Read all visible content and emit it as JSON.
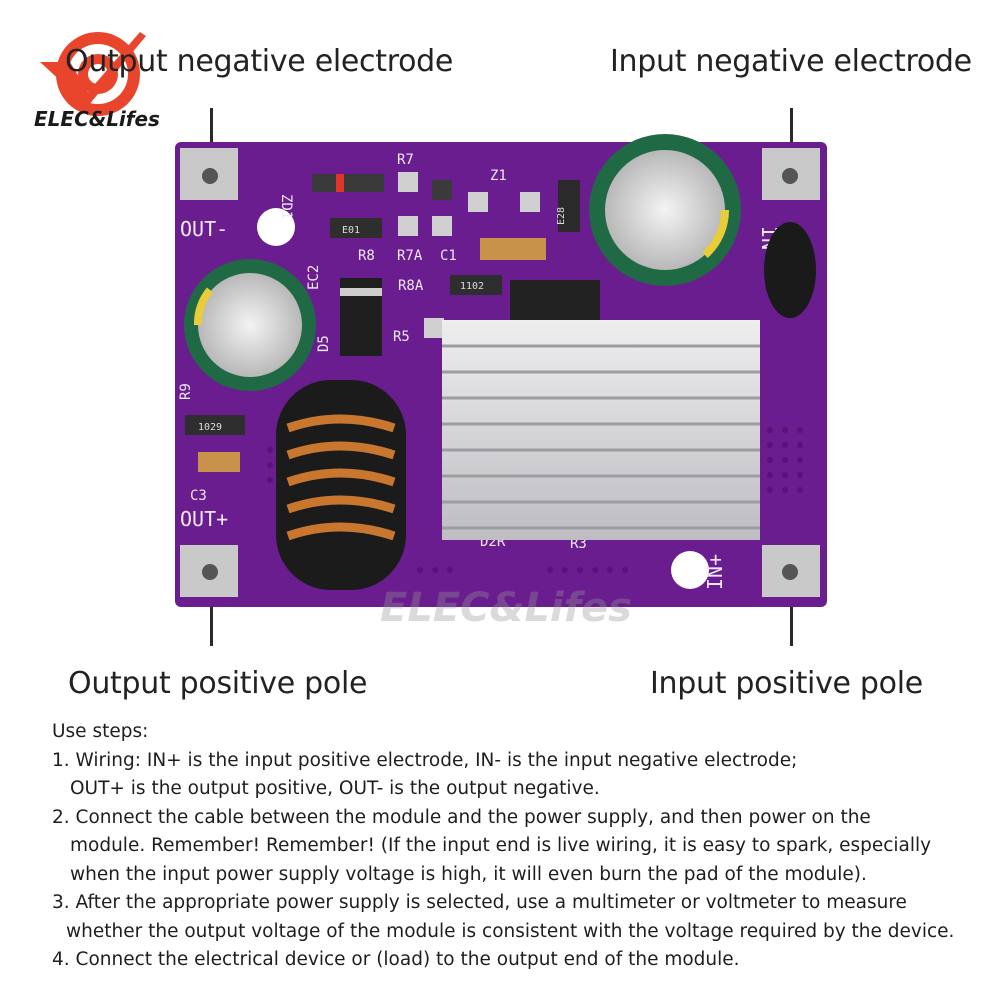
{
  "brand": {
    "logo_text": "ELEC&Lifes",
    "watermark_text": "ELEC&Lifes"
  },
  "callouts": {
    "top_left": "Output negative electrode",
    "top_right": "Input negative electrode",
    "bottom_left": "Output positive pole",
    "bottom_right": "Input positive pole"
  },
  "board": {
    "silkscreen": {
      "out_minus": "OUT-",
      "out_plus": "OUT+",
      "in_minus": "IN-",
      "in_plus": "IN+",
      "zd1": "ZD1",
      "r7": "R7",
      "r8": "R8",
      "r7a": "R7A",
      "c1": "C1",
      "r8a": "R8A",
      "z1": "Z1",
      "ec2": "EC2",
      "d5": "D5",
      "r5": "R5",
      "r9": "R9",
      "c3": "C3",
      "d2r": "D2R",
      "r3": "R3",
      "smd_e01": "E01",
      "smd_1102": "1102",
      "smd_1029": "1029",
      "smd_e28": "E28"
    },
    "colors": {
      "pcb": "#6a1d8f",
      "pad": "#c9c9c9",
      "heatsink": "#d9d9dc",
      "capacitor": "#1f6a45",
      "inductor_core": "#1b1b1b",
      "copper": "#c9772f"
    }
  },
  "instructions": {
    "heading": "Use steps:",
    "lines": [
      "1. Wiring: IN+ is the input positive electrode, IN- is the input negative electrode;",
      "OUT+ is the output positive, OUT- is the output negative.",
      "2. Connect the cable between the module and the power supply, and then power on the",
      "module. Remember! Remember! (If the input end is live wiring, it is easy to spark, especially",
      "when the input power supply voltage is high, it will even burn the pad of the module).",
      "3. After the appropriate power supply is selected, use a multimeter or voltmeter to measure",
      "whether the output voltage of the module is consistent with the voltage required by the device.",
      "4. Connect the electrical device or (load) to the output end of the module."
    ]
  }
}
